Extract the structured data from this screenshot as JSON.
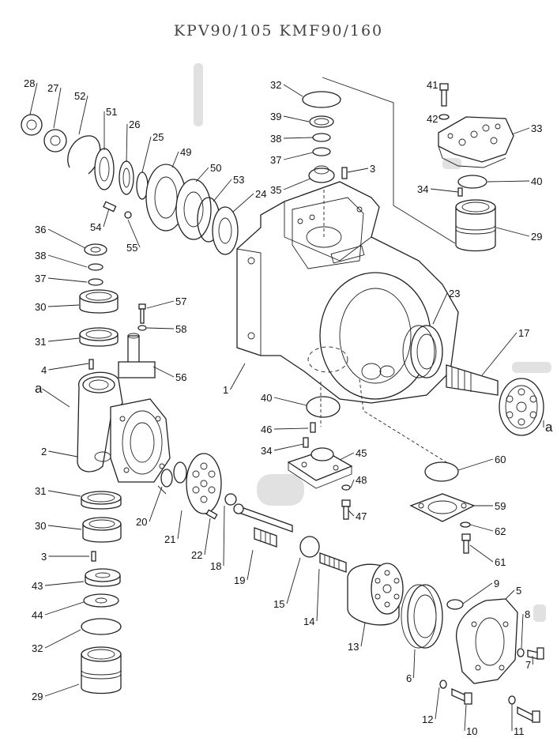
{
  "title": "KPV90/105  KMF90/160",
  "callouts": [
    {
      "id": "28",
      "text": "28"
    },
    {
      "id": "27",
      "text": "27"
    },
    {
      "id": "52",
      "text": "52"
    },
    {
      "id": "51",
      "text": "51"
    },
    {
      "id": "26",
      "text": "26"
    },
    {
      "id": "25",
      "text": "25"
    },
    {
      "id": "49",
      "text": "49"
    },
    {
      "id": "50",
      "text": "50"
    },
    {
      "id": "53",
      "text": "53"
    },
    {
      "id": "24",
      "text": "24"
    },
    {
      "id": "54",
      "text": "54"
    },
    {
      "id": "55",
      "text": "55"
    },
    {
      "id": "36",
      "text": "36"
    },
    {
      "id": "38a",
      "text": "38"
    },
    {
      "id": "37a",
      "text": "37"
    },
    {
      "id": "30a",
      "text": "30"
    },
    {
      "id": "57",
      "text": "57"
    },
    {
      "id": "58",
      "text": "58"
    },
    {
      "id": "31a",
      "text": "31"
    },
    {
      "id": "4",
      "text": "4"
    },
    {
      "id": "56",
      "text": "56"
    },
    {
      "id": "a1",
      "text": "a"
    },
    {
      "id": "2",
      "text": "2"
    },
    {
      "id": "31b",
      "text": "31"
    },
    {
      "id": "30b",
      "text": "30"
    },
    {
      "id": "3a",
      "text": "3"
    },
    {
      "id": "43",
      "text": "43"
    },
    {
      "id": "44",
      "text": "44"
    },
    {
      "id": "32b",
      "text": "32"
    },
    {
      "id": "29b",
      "text": "29"
    },
    {
      "id": "20",
      "text": "20"
    },
    {
      "id": "21",
      "text": "21"
    },
    {
      "id": "22",
      "text": "22"
    },
    {
      "id": "18",
      "text": "18"
    },
    {
      "id": "19",
      "text": "19"
    },
    {
      "id": "15",
      "text": "15"
    },
    {
      "id": "14",
      "text": "14"
    },
    {
      "id": "13",
      "text": "13"
    },
    {
      "id": "6",
      "text": "6"
    },
    {
      "id": "9",
      "text": "9"
    },
    {
      "id": "5",
      "text": "5"
    },
    {
      "id": "8",
      "text": "8"
    },
    {
      "id": "7",
      "text": "7"
    },
    {
      "id": "12",
      "text": "12"
    },
    {
      "id": "10",
      "text": "10"
    },
    {
      "id": "11",
      "text": "11"
    },
    {
      "id": "32a",
      "text": "32"
    },
    {
      "id": "39",
      "text": "39"
    },
    {
      "id": "38b",
      "text": "38"
    },
    {
      "id": "37b",
      "text": "37"
    },
    {
      "id": "35",
      "text": "35"
    },
    {
      "id": "3b",
      "text": "3"
    },
    {
      "id": "1",
      "text": "1"
    },
    {
      "id": "41",
      "text": "41"
    },
    {
      "id": "42",
      "text": "42"
    },
    {
      "id": "33",
      "text": "33"
    },
    {
      "id": "40a",
      "text": "40"
    },
    {
      "id": "34a",
      "text": "34"
    },
    {
      "id": "29a",
      "text": "29"
    },
    {
      "id": "23",
      "text": "23"
    },
    {
      "id": "17",
      "text": "17"
    },
    {
      "id": "a2",
      "text": "a"
    },
    {
      "id": "40b",
      "text": "40"
    },
    {
      "id": "46",
      "text": "46"
    },
    {
      "id": "34b",
      "text": "34"
    },
    {
      "id": "45",
      "text": "45"
    },
    {
      "id": "48",
      "text": "48"
    },
    {
      "id": "47",
      "text": "47"
    },
    {
      "id": "60",
      "text": "60"
    },
    {
      "id": "59",
      "text": "59"
    },
    {
      "id": "62",
      "text": "62"
    },
    {
      "id": "61",
      "text": "61"
    }
  ]
}
